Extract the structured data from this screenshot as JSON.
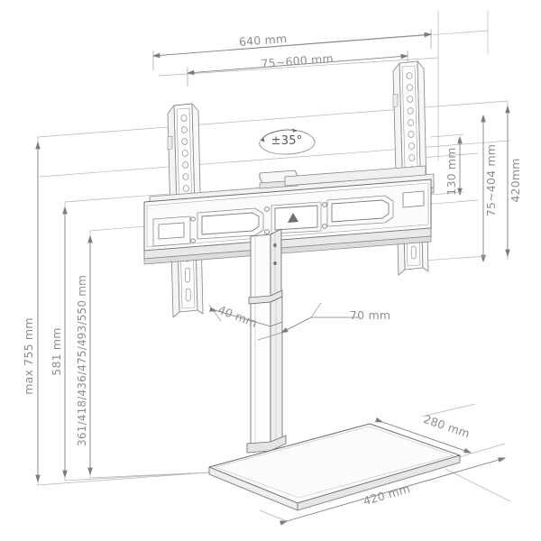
{
  "drawing": {
    "title": "TV stand dimensional drawing",
    "units": "mm",
    "line_color": "#7d7d7d",
    "text_color": "#8e8e8e",
    "background": "#ffffff"
  },
  "dimensions": {
    "top_overall": "640 mm",
    "top_inner": "75~600 mm",
    "right_outer": "420mm",
    "right_middle": "75~404 mm",
    "right_inner": "130 mm",
    "left_outer": "max 755 mm",
    "left_middle": "581 mm",
    "left_inner": "361/418/436/475/493/550 mm",
    "pole_depth": "40 mm",
    "pole_width": "70 mm",
    "base_depth": "280 mm",
    "base_width": "420 mm"
  },
  "annotations": {
    "swivel": "±35°"
  },
  "chart_data": {
    "type": "table",
    "title": "TV stand dimensional drawing",
    "categories": [
      "640 mm",
      "75~600 mm",
      "420mm",
      "75~404 mm",
      "130 mm",
      "max 755 mm",
      "581 mm",
      "361/418/436/475/493/550 mm",
      "40 mm",
      "70 mm",
      "280 mm",
      "420 mm",
      "±35°"
    ],
    "values": [
      640,
      600,
      420,
      404,
      130,
      755,
      581,
      550,
      40,
      70,
      280,
      420,
      35
    ],
    "xlabel": "",
    "ylabel": "millimetres"
  }
}
